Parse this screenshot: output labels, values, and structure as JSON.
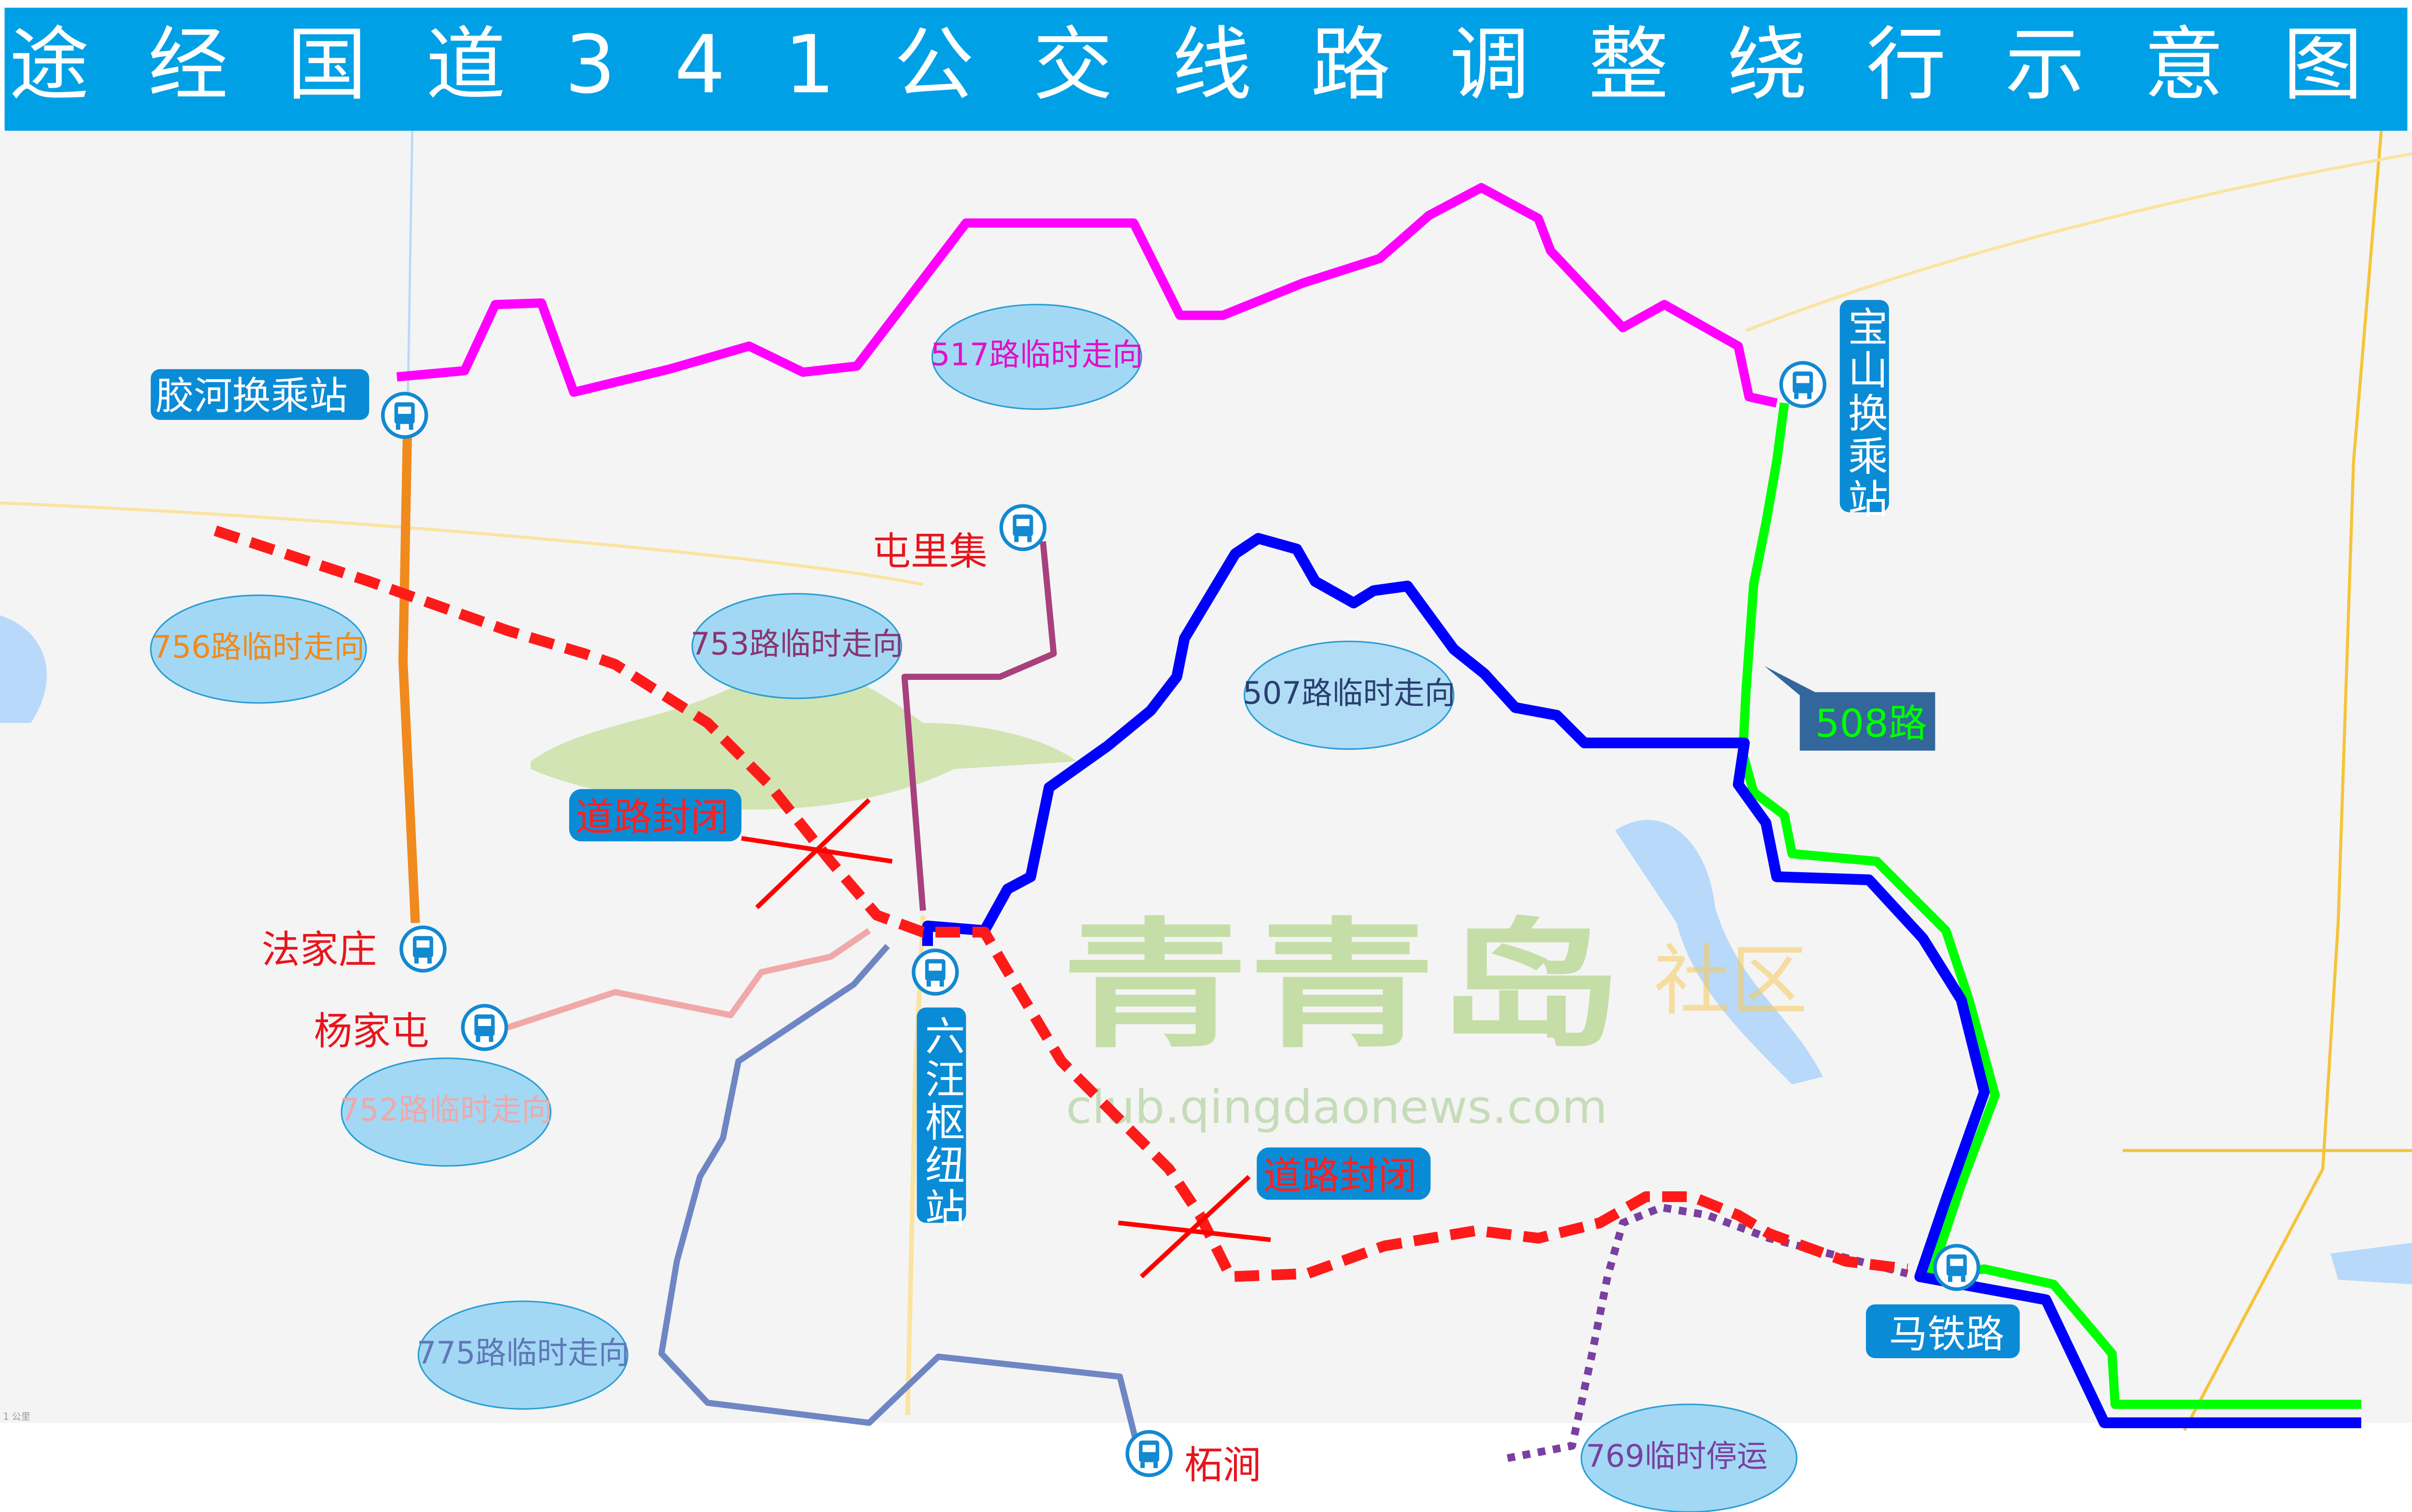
{
  "title": "途经国道341公交线路调整绕行示意图",
  "watermark": {
    "logo": "青青岛",
    "logo_suffix": "社区",
    "url": "club.qingdaonews.com"
  },
  "colors": {
    "title_bar": "#00a0e6",
    "route_517": "#ff00ff",
    "route_756": "#f08a1c",
    "route_507": "#0000ff",
    "route_508": "#00ff00",
    "route_753": "#a8407e",
    "route_775": "#6f86c4",
    "route_752": "#f0a8a8",
    "route_769": "#7a3fa0",
    "closure": "#ff1a1a"
  },
  "stations": {
    "jiaohe": "胶河换乘站",
    "baoshan": "宝山换乘站",
    "liuwang": "六汪枢纽站",
    "matie": "马铁路",
    "tunliji": "屯里集",
    "fajiazhuang": "法家庄",
    "yangjiatun": "杨家屯",
    "zhejian": "柘涧"
  },
  "route_labels": {
    "r517": "517路临时走向",
    "r753": "753路临时走向",
    "r756": "756路临时走向",
    "r507": "507路临时走向",
    "r752": "752路临时走向",
    "r775": "775路临时走向",
    "r769": "769临时停运",
    "r508": "508路"
  },
  "closures": [
    "道路封闭",
    "道路封闭"
  ],
  "scale_label": "1 公里"
}
